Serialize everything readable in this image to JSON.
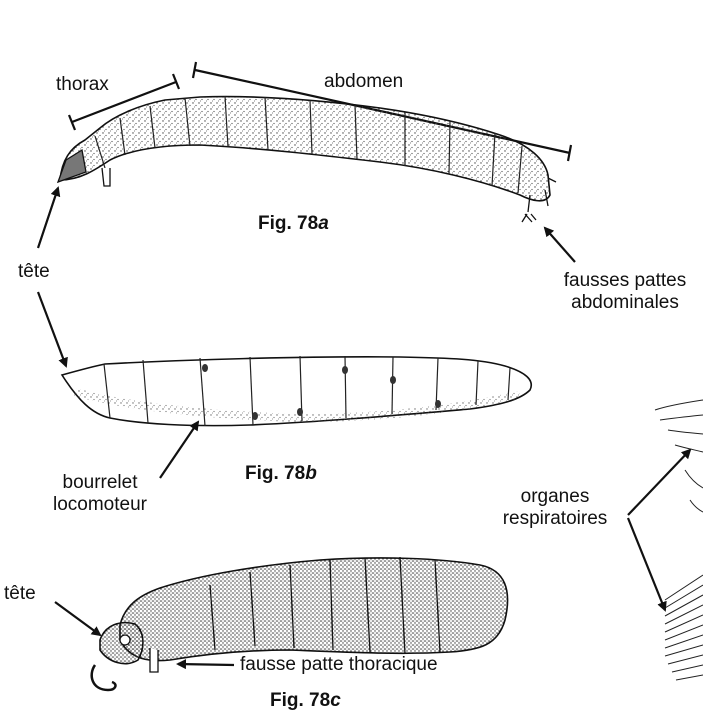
{
  "labels": {
    "thorax": "thorax",
    "abdomen": "abdomen",
    "tete_a": "tête",
    "tete_c": "tête",
    "fausses_pattes_line1": "fausses pattes",
    "fausses_pattes_line2": "abdominales",
    "bourrelet_line1": "bourrelet",
    "bourrelet_line2": "locomoteur",
    "organes_line1": "organes",
    "organes_line2": "respiratoires",
    "fausse_patte_thoracique": "fausse patte thoracique"
  },
  "figures": {
    "a": {
      "prefix": "Fig. 78",
      "letter": "a"
    },
    "b": {
      "prefix": "Fig. 78",
      "letter": "b"
    },
    "c": {
      "prefix": "Fig. 78",
      "letter": "c"
    }
  },
  "colors": {
    "ink": "#111111",
    "stipple": "#444444",
    "background": "#ffffff"
  }
}
